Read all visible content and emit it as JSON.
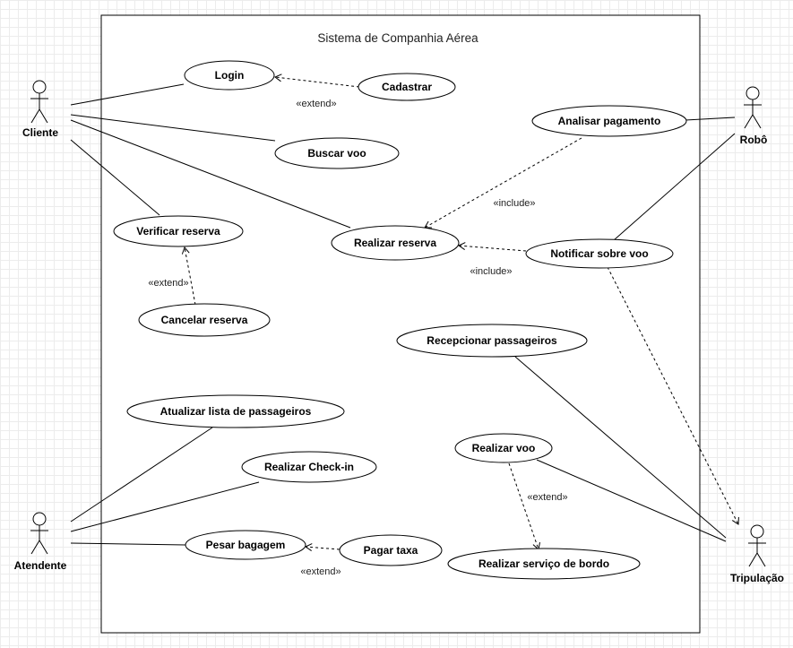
{
  "system": {
    "title": "Sistema de Companhia Aérea"
  },
  "actors": {
    "cliente": "Cliente",
    "robo": "Robô",
    "atendente": "Atendente",
    "tripulacao": "Tripulação"
  },
  "use_cases": {
    "login": "Login",
    "cadastrar": "Cadastrar",
    "buscar_voo": "Buscar voo",
    "analisar_pagamento": "Analisar pagamento",
    "verificar_reserva": "Verificar reserva",
    "realizar_reserva": "Realizar reserva",
    "notificar_voo": "Notificar sobre voo",
    "cancelar_reserva": "Cancelar reserva",
    "recepcionar": "Recepcionar passageiros",
    "atualizar_lista": "Atualizar lista de passageiros",
    "realizar_checkin": "Realizar Check-in",
    "realizar_voo": "Realizar voo",
    "pesar_bagagem": "Pesar bagagem",
    "pagar_taxa": "Pagar taxa",
    "servico_bordo": "Realizar serviço de bordo"
  },
  "relations": {
    "extend_cadastrar": "«extend»",
    "include_pagamento": "«include»",
    "include_notificar": "«include»",
    "extend_cancelar": "«extend»",
    "extend_bordo": "«extend»",
    "extend_taxa": "«extend»"
  }
}
